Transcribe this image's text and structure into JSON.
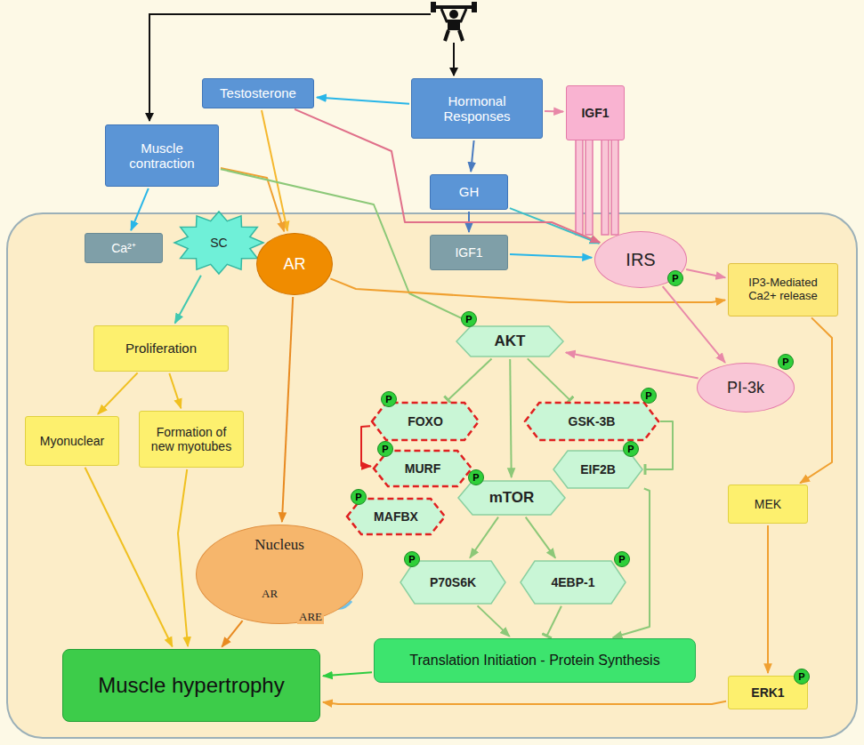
{
  "diagram": {
    "nodes": [
      {
        "text": [
          "Testosterone"
        ]
      },
      {
        "text": [
          "Hormonal Responses"
        ]
      },
      {
        "text": [
          "IGF1"
        ]
      },
      {
        "text": [
          "Muscle contraction"
        ]
      },
      {
        "text": [
          "GH"
        ]
      },
      {
        "text": [
          "Ca²⁺"
        ]
      },
      {
        "text": [
          "SC"
        ]
      },
      {
        "text": [
          "AR"
        ]
      },
      {
        "text": [
          "IGF1"
        ]
      },
      {
        "text": [
          "IRS"
        ]
      },
      {
        "text": [
          "IP3-Mediated Ca2+ release"
        ]
      },
      {
        "text": [
          "Proliferation"
        ]
      },
      {
        "text": [
          "AKT"
        ]
      },
      {
        "text": [
          "FOXO"
        ]
      },
      {
        "text": [
          "GSK-3B"
        ]
      },
      {
        "text": [
          "PI-3k"
        ]
      },
      {
        "text": [
          "MURF"
        ]
      },
      {
        "text": [
          "EIF2B"
        ]
      },
      {
        "text": [
          "Myonuclear"
        ]
      },
      {
        "text": [
          "Formation of new myotubes"
        ]
      },
      {
        "text": [
          "MAFBX"
        ]
      },
      {
        "text": [
          "mTOR"
        ]
      },
      {
        "text": [
          "MEK"
        ]
      },
      {
        "text": [
          "Nucleus"
        ]
      },
      {
        "text": [
          "P70S6K"
        ]
      },
      {
        "text": [
          "4EBP-1"
        ]
      },
      {
        "text": [
          "Translation Initiation - Protein Synthesis"
        ]
      },
      {
        "text": [
          "Muscle hypertrophy"
        ]
      },
      {
        "text": [
          "ERK1"
        ]
      }
    ],
    "edges": [
      {
        "from": 1,
        "to": 0,
        "arrow": "to"
      },
      {
        "from": 1,
        "to": 2,
        "arrow": "to"
      },
      {
        "from": 1,
        "to": 4,
        "arrow": "to"
      },
      {
        "from": 4,
        "to": 8,
        "arrow": "to"
      },
      {
        "from": 4,
        "to": 9,
        "arrow": "to"
      },
      {
        "from": 8,
        "to": 9,
        "arrow": "to"
      },
      {
        "from": 0,
        "to": 7,
        "arrow": "to"
      },
      {
        "from": 0,
        "to": 9,
        "arrow": "to"
      },
      {
        "from": 3,
        "to": 5,
        "arrow": "to"
      },
      {
        "from": 3,
        "to": 7,
        "arrow": "to"
      },
      {
        "from": 3,
        "to": 12,
        "arrow": "to"
      },
      {
        "from": 6,
        "to": 11,
        "arrow": "to"
      },
      {
        "from": 7,
        "to": 23,
        "arrow": "to"
      },
      {
        "from": 7,
        "to": 10,
        "arrow": "to"
      },
      {
        "from": 9,
        "to": 10,
        "arrow": "to"
      },
      {
        "from": 9,
        "to": 15,
        "arrow": "to"
      },
      {
        "from": 15,
        "to": 12,
        "arrow": "to"
      },
      {
        "from": 12,
        "to": 13,
        "arrow": "to"
      },
      {
        "from": 12,
        "to": 14,
        "arrow": "to"
      },
      {
        "from": 12,
        "to": 21,
        "arrow": "to"
      },
      {
        "from": 13,
        "to": 16,
        "arrow": "to"
      },
      {
        "from": 14,
        "to": 17,
        "arrow": "to"
      },
      {
        "from": 21,
        "to": 24,
        "arrow": "to"
      },
      {
        "from": 21,
        "to": 25,
        "arrow": "to"
      },
      {
        "from": 24,
        "to": 26,
        "arrow": "to"
      },
      {
        "from": 25,
        "to": 26,
        "arrow": "to"
      },
      {
        "from": 17,
        "to": 26,
        "arrow": "to"
      },
      {
        "from": 26,
        "to": 27,
        "arrow": "to"
      },
      {
        "from": 11,
        "to": 18,
        "arrow": "to"
      },
      {
        "from": 11,
        "to": 19,
        "arrow": "to"
      },
      {
        "from": 18,
        "to": 27,
        "arrow": "to"
      },
      {
        "from": 19,
        "to": 27,
        "arrow": "to"
      },
      {
        "from": 23,
        "to": 27,
        "arrow": "to"
      },
      {
        "from": 10,
        "to": 22,
        "arrow": "to"
      },
      {
        "from": 22,
        "to": 28,
        "arrow": "to"
      },
      {
        "from": 28,
        "to": 27,
        "arrow": "to"
      }
    ],
    "labels": [
      "P",
      "P",
      "P",
      "P",
      "P",
      "P",
      "P",
      "P",
      "P",
      "P",
      "P",
      "P",
      "AR",
      "ARE"
    ]
  }
}
